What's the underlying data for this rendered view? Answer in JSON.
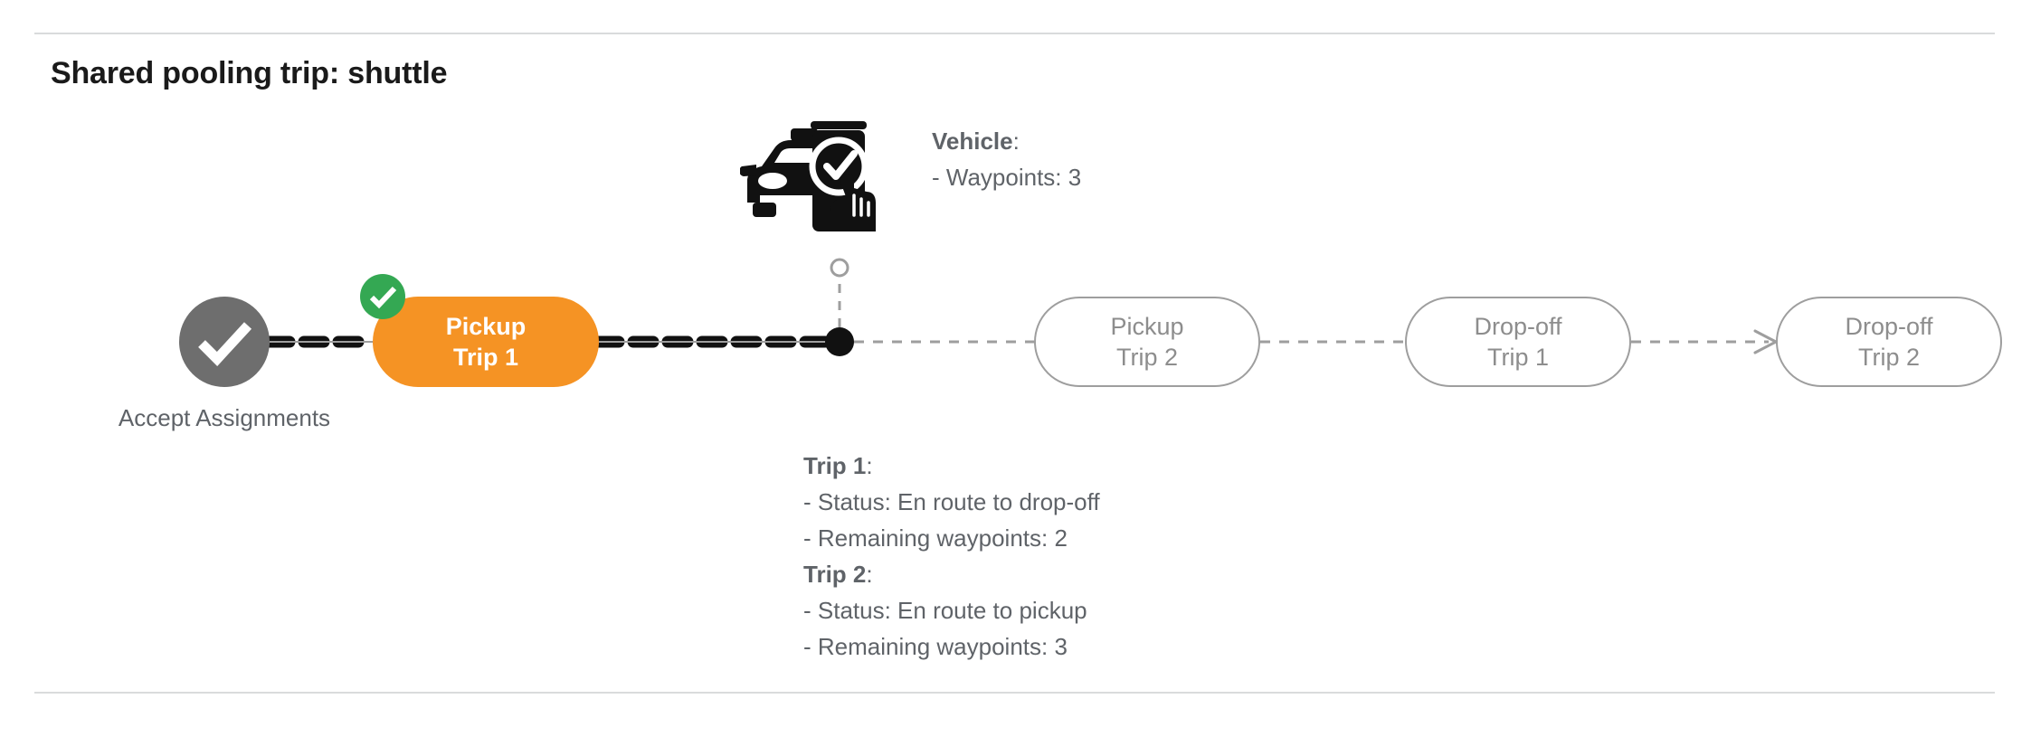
{
  "page": {
    "title": "Shared pooling trip: shuttle"
  },
  "colors": {
    "active_node": "#F59324",
    "completed_badge": "#34A853",
    "start_node": "#6E6E6E",
    "pending_node_border": "#9E9E9E",
    "pending_node_text": "#8D8D8D",
    "annotation_text": "#5F6368",
    "divider": "#D9DBDC",
    "vehicle_marker": "#000000"
  },
  "flow": {
    "start": {
      "icon": "check-circle-icon",
      "label_line1": "Accept",
      "label_line2": "Assignments",
      "state": "completed"
    },
    "nodes": [
      {
        "id": "pickup-trip-1",
        "line1": "Pickup",
        "line2": "Trip 1",
        "state": "active",
        "badge": "check-icon"
      },
      {
        "id": "pickup-trip-2",
        "line1": "Pickup",
        "line2": "Trip 2",
        "state": "pending"
      },
      {
        "id": "dropoff-trip-1",
        "line1": "Drop-off",
        "line2": "Trip 1",
        "state": "pending"
      },
      {
        "id": "dropoff-trip-2",
        "line1": "Drop-off",
        "line2": "Trip 2",
        "state": "pending"
      }
    ]
  },
  "vehicle": {
    "icon": "car-phone-check-icon",
    "marker": "vehicle-position-marker",
    "header": "Vehicle",
    "header_colon": ":",
    "waypoints_row": "- Waypoints: 3"
  },
  "trips": [
    {
      "header": "Trip 1",
      "header_colon": ":",
      "status_row": "- Status:  En route to drop-off",
      "waypoints_row": "- Remaining waypoints: 2"
    },
    {
      "header": "Trip 2",
      "header_colon": ":",
      "status_row": "- Status:  En route to pickup",
      "waypoints_row": "- Remaining waypoints: 3"
    }
  ]
}
